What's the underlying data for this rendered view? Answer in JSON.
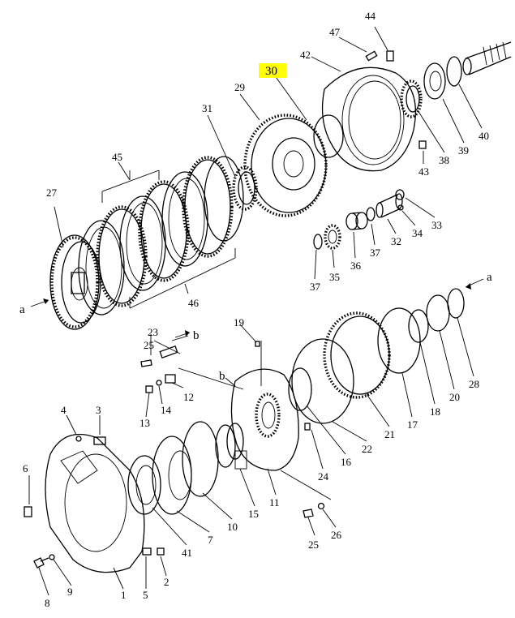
{
  "callouts": {
    "c1": "1",
    "c2": "2",
    "c3": "3",
    "c4": "4",
    "c5": "5",
    "c6": "6",
    "c7": "7",
    "c8": "8",
    "c9": "9",
    "c10": "10",
    "c11": "11",
    "c12": "12",
    "c13": "13",
    "c14": "14",
    "c15": "15",
    "c16": "16",
    "c17": "17",
    "c18": "18",
    "c19": "19",
    "c20": "20",
    "c21": "21",
    "c22": "22",
    "c23": "23",
    "c24": "24",
    "c25a": "25",
    "c25b": "25",
    "c26": "26",
    "c27": "27",
    "c28": "28",
    "c29": "29",
    "c30": "30",
    "c31": "31",
    "c32": "32",
    "c33": "33",
    "c34": "34",
    "c35": "35",
    "c36": "36",
    "c37a": "37",
    "c37b": "37",
    "c38": "38",
    "c39": "39",
    "c40": "40",
    "c41": "41",
    "c42": "42",
    "c43": "43",
    "c44": "44",
    "c45": "45",
    "c46": "46",
    "c47": "47"
  },
  "connectors": {
    "a_top": "a",
    "a_left": "a",
    "b_top": "b",
    "b_mid": "b"
  },
  "highlight": {
    "color": "#ffff00",
    "part": "30"
  }
}
